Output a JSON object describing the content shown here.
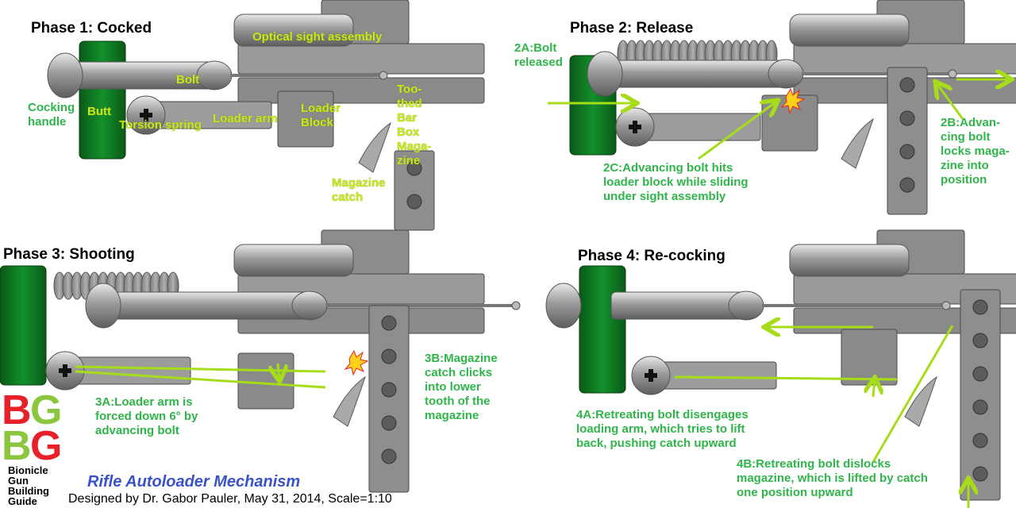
{
  "colors": {
    "part_gray": "#8e8e8e",
    "part_dark": "#6a6a6a",
    "part_light": "#c9c9c9",
    "part_green": "#0c6b1e",
    "arrow": "#a6dc1a",
    "label_yellow": "#c8e81a",
    "label_green": "#2fb54a",
    "title_blue": "#3a52c8",
    "logo_red": "#e8202a",
    "logo_green": "#8cc63f"
  },
  "phases": {
    "p1": {
      "title": "Phase 1: Cocked"
    },
    "p2": {
      "title": "Phase 2: Release"
    },
    "p3": {
      "title": "Phase 3: Shooting"
    },
    "p4": {
      "title": "Phase 4: Re-cocking"
    }
  },
  "labels": {
    "optical": "Optical sight assembly",
    "bolt": "Bolt",
    "cocking": "Cocking\nhandle",
    "butt": "Butt",
    "torsion": "Torsion spring",
    "loader_arm": "Loader arm",
    "loader_block": "Loader\nBlock",
    "magazine": "Too-\nthed\nBar\nBox\nMaga-\nzine",
    "mag_catch": "Magazine\ncatch",
    "l2a": "2A:Bolt\nreleased",
    "l2b": "2B:Advan-\ncing bolt\nlocks maga-\nzine into\nposition",
    "l2c": "2C:Advancing bolt hits\nloader block while sliding\nunder sight assembly",
    "l3a": "3A:Loader arm is\nforced down 6° by\nadvancing bolt",
    "l3b": "3B:Magazine\ncatch clicks\ninto lower\ntooth of the\nmagazine",
    "l4a": "4A:Retreating bolt disengages\nloading arm, which tries to lift\nback, pushing catch upward",
    "l4b": "4B:Retreating bolt dislocks\nmagazine, which is lifted by catch\none position upward"
  },
  "footer": {
    "title": "Rifle Autoloader Mechanism",
    "credit": "Designed by Dr. Gabor Pauler, May 31, 2014, Scale=1:10",
    "logo_letters": "BGBG",
    "logo_text": "Bionicle\nGun\nBuilding\nGuide"
  }
}
